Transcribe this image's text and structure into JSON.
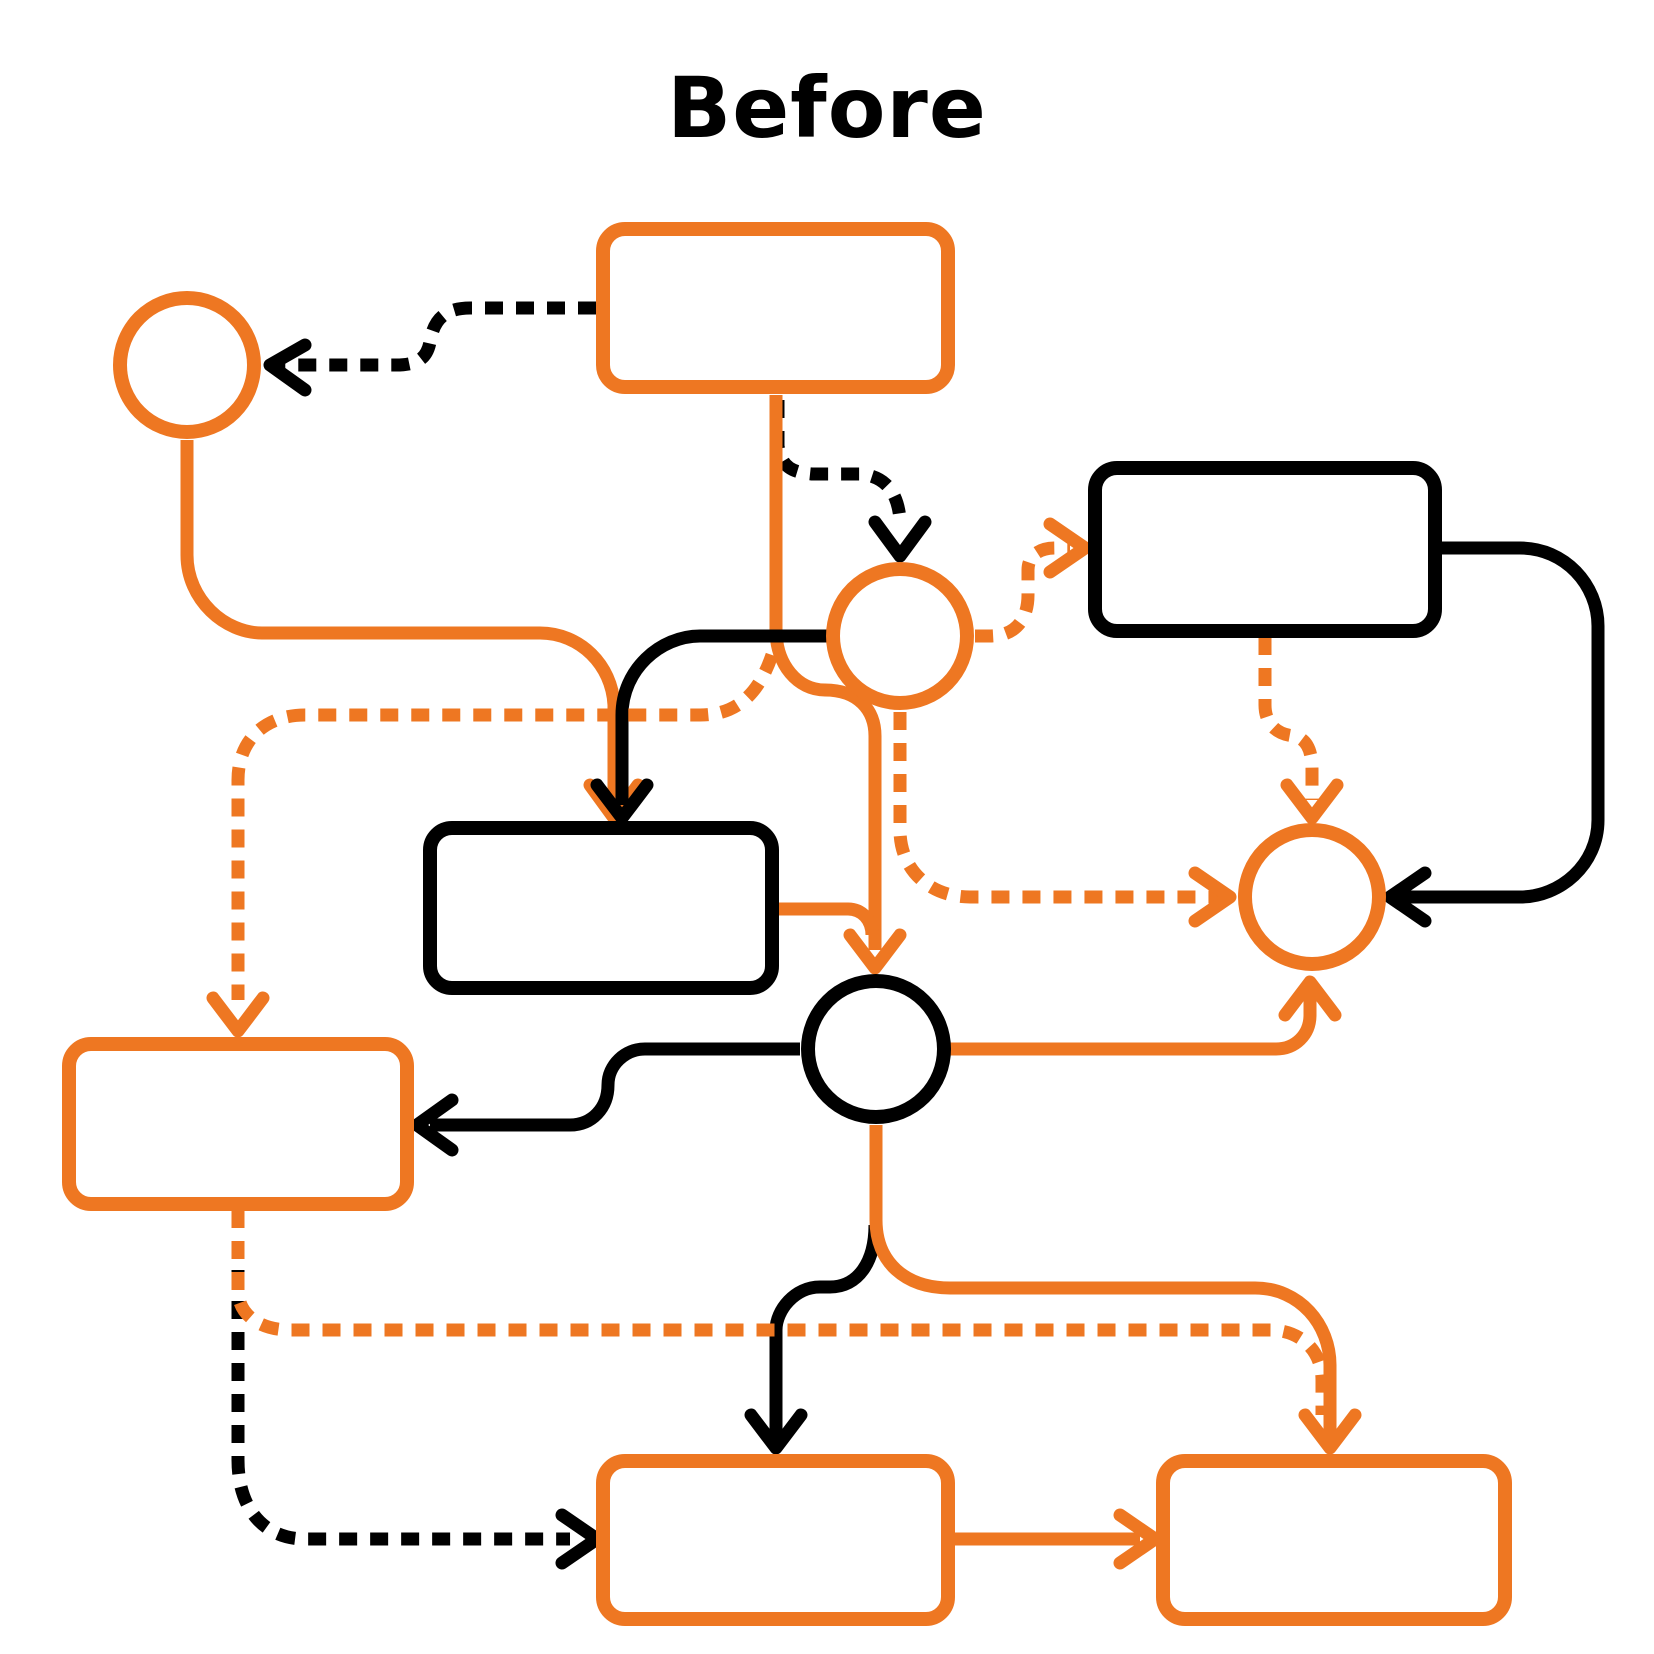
{
  "diagram": {
    "title": "Before",
    "colors": {
      "accent": "#ee7722",
      "ink": "#000000",
      "background": "#ffffff"
    },
    "nodes": [
      {
        "id": "box-top",
        "shape": "rounded-rectangle",
        "border": "accent"
      },
      {
        "id": "circle-top-left",
        "shape": "circle",
        "border": "accent"
      },
      {
        "id": "circle-center",
        "shape": "circle",
        "border": "accent"
      },
      {
        "id": "box-right",
        "shape": "rounded-rectangle",
        "border": "ink"
      },
      {
        "id": "box-middle",
        "shape": "rounded-rectangle",
        "border": "ink"
      },
      {
        "id": "circle-right",
        "shape": "circle",
        "border": "accent"
      },
      {
        "id": "circle-lower",
        "shape": "circle",
        "border": "ink"
      },
      {
        "id": "box-left",
        "shape": "rounded-rectangle",
        "border": "accent"
      },
      {
        "id": "box-bottom-center",
        "shape": "rounded-rectangle",
        "border": "accent"
      },
      {
        "id": "box-bottom-right",
        "shape": "rounded-rectangle",
        "border": "accent"
      }
    ],
    "edges": [
      {
        "from": "box-top",
        "to": "circle-top-left",
        "color": "ink",
        "style": "dotted"
      },
      {
        "from": "box-top",
        "to": "circle-center",
        "color": "ink",
        "style": "dotted"
      },
      {
        "from": "box-top",
        "to": "circle-lower",
        "color": "accent",
        "style": "solid"
      },
      {
        "from": "circle-top-left",
        "to": "box-middle",
        "color": "accent",
        "style": "solid"
      },
      {
        "from": "circle-center",
        "to": "box-middle",
        "color": "ink",
        "style": "solid"
      },
      {
        "from": "circle-center",
        "to": "box-left",
        "color": "accent",
        "style": "dotted"
      },
      {
        "from": "circle-center",
        "to": "box-right",
        "color": "accent",
        "style": "dotted"
      },
      {
        "from": "circle-center",
        "to": "circle-right",
        "color": "accent",
        "style": "dotted"
      },
      {
        "from": "box-right",
        "to": "circle-right",
        "color": "ink",
        "style": "solid"
      },
      {
        "from": "box-right",
        "to": "circle-right",
        "color": "accent",
        "style": "dotted"
      },
      {
        "from": "box-middle",
        "to": "circle-lower",
        "color": "accent",
        "style": "solid"
      },
      {
        "from": "circle-lower",
        "to": "circle-right",
        "color": "accent",
        "style": "solid"
      },
      {
        "from": "circle-lower",
        "to": "box-left",
        "color": "ink",
        "style": "solid"
      },
      {
        "from": "circle-lower",
        "to": "box-bottom-center",
        "color": "ink",
        "style": "solid"
      },
      {
        "from": "circle-lower",
        "to": "box-bottom-right",
        "color": "accent",
        "style": "solid"
      },
      {
        "from": "box-left",
        "to": "box-bottom-center",
        "color": "ink",
        "style": "dotted"
      },
      {
        "from": "box-left",
        "to": "box-bottom-right",
        "color": "accent",
        "style": "dotted"
      },
      {
        "from": "box-bottom-center",
        "to": "box-bottom-right",
        "color": "accent",
        "style": "solid"
      }
    ]
  }
}
